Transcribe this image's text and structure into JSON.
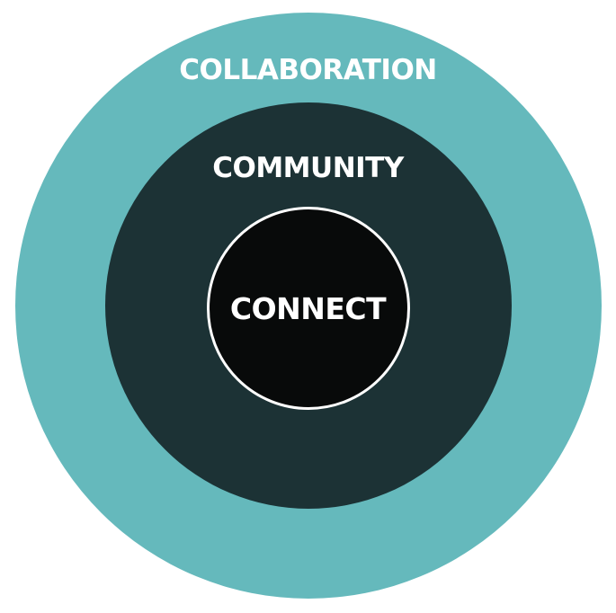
{
  "rings": {
    "outer": {
      "label": "COLLABORATION",
      "color": "#65b9bc"
    },
    "middle": {
      "label": "COMMUNITY",
      "color": "#1c3235"
    },
    "inner": {
      "label": "CONNECT",
      "color": "#080a0a",
      "border_color": "#ffffff"
    }
  },
  "text_color": "#ffffff",
  "background": "#ffffff"
}
